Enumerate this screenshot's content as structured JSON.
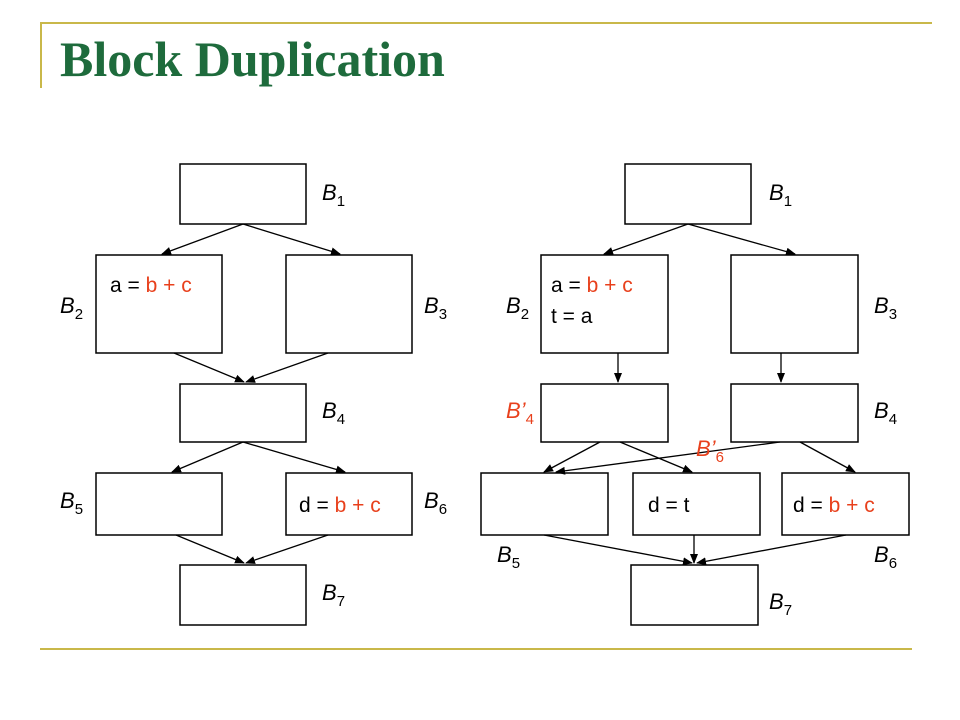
{
  "slide": {
    "title": "Block Duplication"
  },
  "colors": {
    "title": "#1e6b3c",
    "rule": "#c9b84a",
    "highlight": "#e8401c",
    "stroke": "#000000"
  },
  "left_cfg": {
    "labels": {
      "b1": {
        "base": "B",
        "sub": "1"
      },
      "b2": {
        "base": "B",
        "sub": "2"
      },
      "b3": {
        "base": "B",
        "sub": "3"
      },
      "b4": {
        "base": "B",
        "sub": "4"
      },
      "b5": {
        "base": "B",
        "sub": "5"
      },
      "b6": {
        "base": "B",
        "sub": "6"
      },
      "b7": {
        "base": "B",
        "sub": "7"
      }
    },
    "b2_code": {
      "lhs": "a = ",
      "rhs": "b + c"
    },
    "b6_code": {
      "lhs": "d = ",
      "rhs": "b + c"
    }
  },
  "right_cfg": {
    "labels": {
      "b1": {
        "base": "B",
        "sub": "1"
      },
      "b2": {
        "base": "B",
        "sub": "2"
      },
      "b3": {
        "base": "B",
        "sub": "3"
      },
      "b4p": {
        "base": "B’",
        "sub": "4"
      },
      "b4": {
        "base": "B",
        "sub": "4"
      },
      "b6p": {
        "base": "B’",
        "sub": "6"
      },
      "b5": {
        "base": "B",
        "sub": "5"
      },
      "b6": {
        "base": "B",
        "sub": "6"
      },
      "b7": {
        "base": "B",
        "sub": "7"
      }
    },
    "b2_code": {
      "lhs": "a = ",
      "rhs": "b + c",
      "line2": "t = a"
    },
    "b6p_code": "d = t",
    "b6_code": {
      "lhs": "d = ",
      "rhs": "b + c"
    }
  }
}
